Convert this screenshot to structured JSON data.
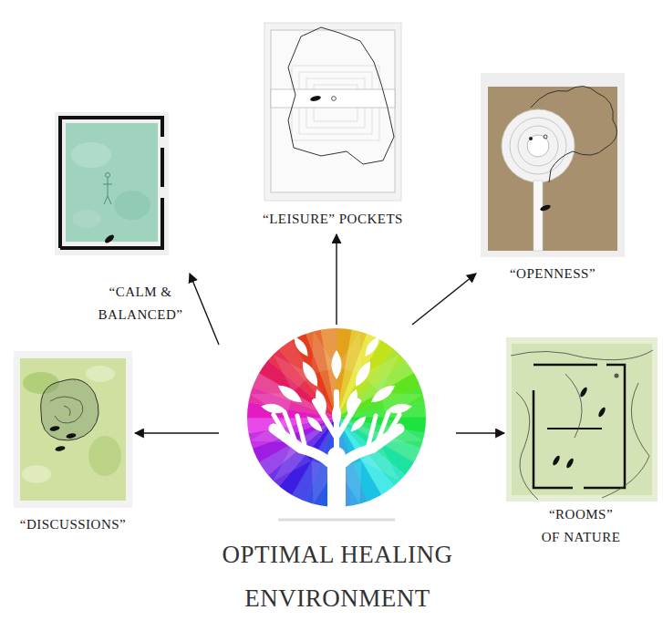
{
  "diagram": {
    "nodes": [
      {
        "text": [
          "“LEISURE” POCKETS"
        ]
      },
      {
        "text": [
          "“CALM & BALANCED”"
        ]
      },
      {
        "text": [
          "“OPENNESS”"
        ]
      },
      {
        "text": [
          "“DISCUSSIONS”"
        ]
      },
      {
        "text": [
          "“ROOMS” OF NATURE"
        ]
      },
      {
        "text": [
          "OPTIMAL HEALING ENVIRONMENT"
        ]
      }
    ],
    "edges": [
      {
        "from": 5,
        "to": 0,
        "arrow": "to"
      },
      {
        "from": 5,
        "to": 1,
        "arrow": "to"
      },
      {
        "from": 5,
        "to": 2,
        "arrow": "to"
      },
      {
        "from": 5,
        "to": 3,
        "arrow": "to"
      },
      {
        "from": 5,
        "to": 4,
        "arrow": "to"
      }
    ]
  }
}
